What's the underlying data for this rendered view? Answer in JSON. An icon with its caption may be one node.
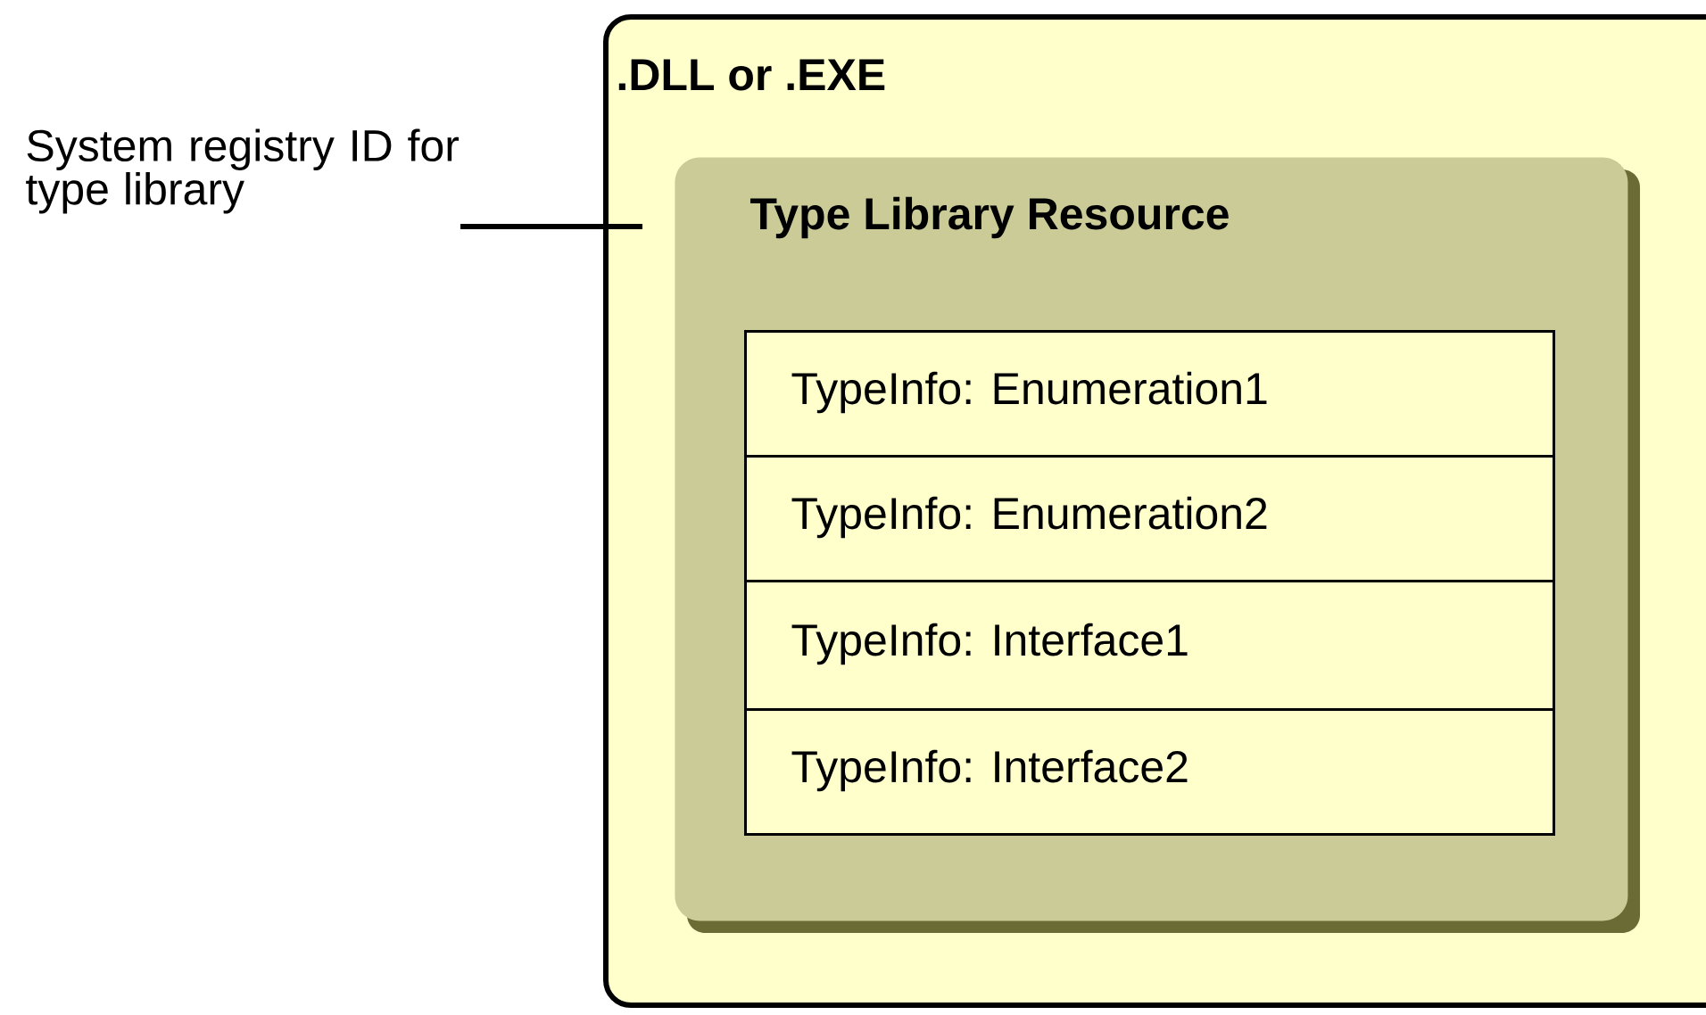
{
  "diagram": {
    "nodes": [
      {
        "text": [
          ".DLL or .EXE"
        ]
      },
      {
        "text": [
          "Type Library Resource"
        ],
        "in": 0
      },
      {
        "text": [
          "TypeInfo: Enumeration1"
        ],
        "in": 1
      },
      {
        "text": [
          "TypeInfo: Enumeration2"
        ],
        "in": 1
      },
      {
        "text": [
          "TypeInfo: Interface1"
        ],
        "in": 1
      },
      {
        "text": [
          "TypeInfo: Interface2"
        ],
        "in": 1
      },
      {
        "text": [
          "System registry ID for type library"
        ]
      }
    ],
    "edges": [
      {
        "from": 6,
        "to": 0,
        "arrow": "none"
      }
    ]
  }
}
